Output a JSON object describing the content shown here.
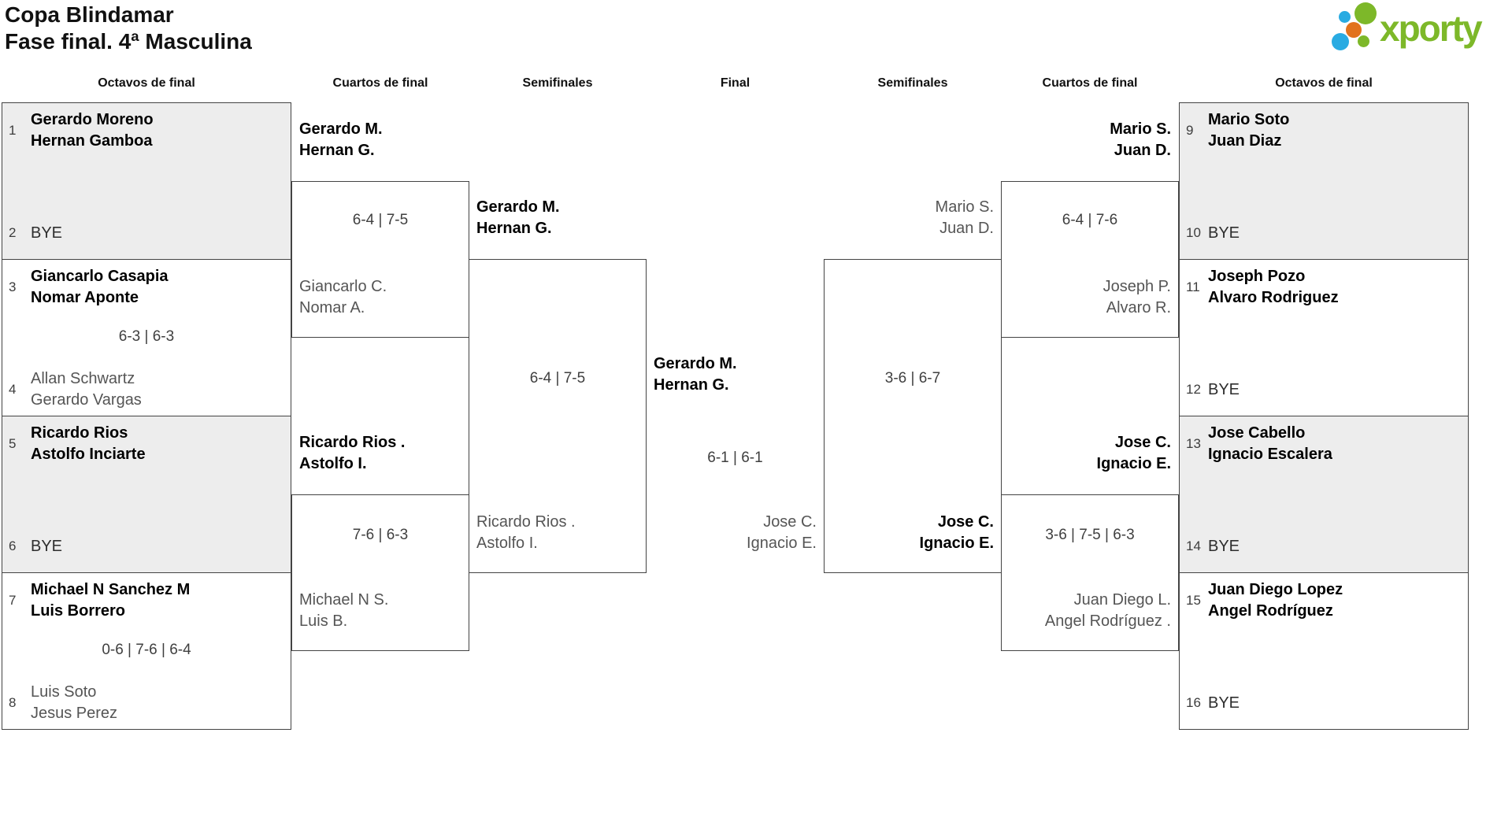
{
  "title": {
    "line1": "Copa Blindamar",
    "line2": "Fase final. 4ª Masculina"
  },
  "logo": {
    "text": "xporty",
    "green": "#7db829",
    "blue": "#29abe2",
    "orange": "#e2731c"
  },
  "rounds": [
    "Octavos de final",
    "Cuartos de final",
    "Semifinales",
    "Final",
    "Semifinales",
    "Cuartos de final",
    "Octavos de final"
  ],
  "r16": [
    {
      "seed_top": "1",
      "top": [
        "Gerardo Moreno",
        "Hernan Gamboa"
      ],
      "score": "",
      "seed_bottom": "2",
      "bottom": [
        "BYE"
      ]
    },
    {
      "seed_top": "3",
      "top": [
        "Giancarlo Casapia",
        "Nomar Aponte"
      ],
      "score": "6-3 | 6-3",
      "seed_bottom": "4",
      "bottom": [
        "Allan Schwartz",
        "Gerardo Vargas"
      ]
    },
    {
      "seed_top": "5",
      "top": [
        "Ricardo Rios",
        "Astolfo Inciarte"
      ],
      "score": "",
      "seed_bottom": "6",
      "bottom": [
        "BYE"
      ]
    },
    {
      "seed_top": "7",
      "top": [
        "Michael N Sanchez M",
        "Luis Borrero"
      ],
      "score": "0-6 | 7-6 | 6-4",
      "seed_bottom": "8",
      "bottom": [
        "Luis Soto",
        "Jesus Perez"
      ]
    },
    {
      "seed_top": "9",
      "top": [
        "Mario Soto",
        "Juan Diaz"
      ],
      "score": "",
      "seed_bottom": "10",
      "bottom": [
        "BYE"
      ]
    },
    {
      "seed_top": "11",
      "top": [
        "Joseph Pozo",
        "Alvaro Rodriguez"
      ],
      "score": "",
      "seed_bottom": "12",
      "bottom": [
        "BYE"
      ]
    },
    {
      "seed_top": "13",
      "top": [
        "Jose Cabello",
        "Ignacio Escalera"
      ],
      "score": "",
      "seed_bottom": "14",
      "bottom": [
        "BYE"
      ]
    },
    {
      "seed_top": "15",
      "top": [
        "Juan Diego Lopez",
        "Angel Rodríguez"
      ],
      "score": "",
      "seed_bottom": "16",
      "bottom": [
        "BYE"
      ]
    }
  ],
  "qf": [
    {
      "top": [
        "Gerardo M.",
        "Hernan G."
      ],
      "score": "6-4 | 7-5",
      "bottom": [
        "Giancarlo C.",
        "Nomar A."
      ]
    },
    {
      "top": [
        "Ricardo Rios .",
        "Astolfo I."
      ],
      "score": "7-6 | 6-3",
      "bottom": [
        "Michael N S.",
        "Luis B."
      ]
    },
    {
      "top": [
        "Mario S.",
        "Juan D."
      ],
      "score": "6-4 | 7-6",
      "bottom": [
        "Joseph P.",
        "Alvaro R."
      ]
    },
    {
      "top": [
        "Jose C.",
        "Ignacio E."
      ],
      "score": "3-6 | 7-5 | 6-3",
      "bottom": [
        "Juan Diego L.",
        "Angel Rodríguez ."
      ]
    }
  ],
  "sf": [
    {
      "top": [
        "Gerardo M.",
        "Hernan G."
      ],
      "score": "6-4 | 7-5",
      "bottom": [
        "Ricardo Rios .",
        "Astolfo I."
      ]
    },
    {
      "top": [
        "Mario S.",
        "Juan D."
      ],
      "score": "3-6 | 6-7",
      "bottom": [
        "Jose C.",
        "Ignacio E."
      ]
    }
  ],
  "final_match": {
    "top": [
      "Gerardo M.",
      "Hernan G."
    ],
    "score": "6-1 | 6-1",
    "bottom": [
      "Jose C.",
      "Ignacio E."
    ]
  }
}
